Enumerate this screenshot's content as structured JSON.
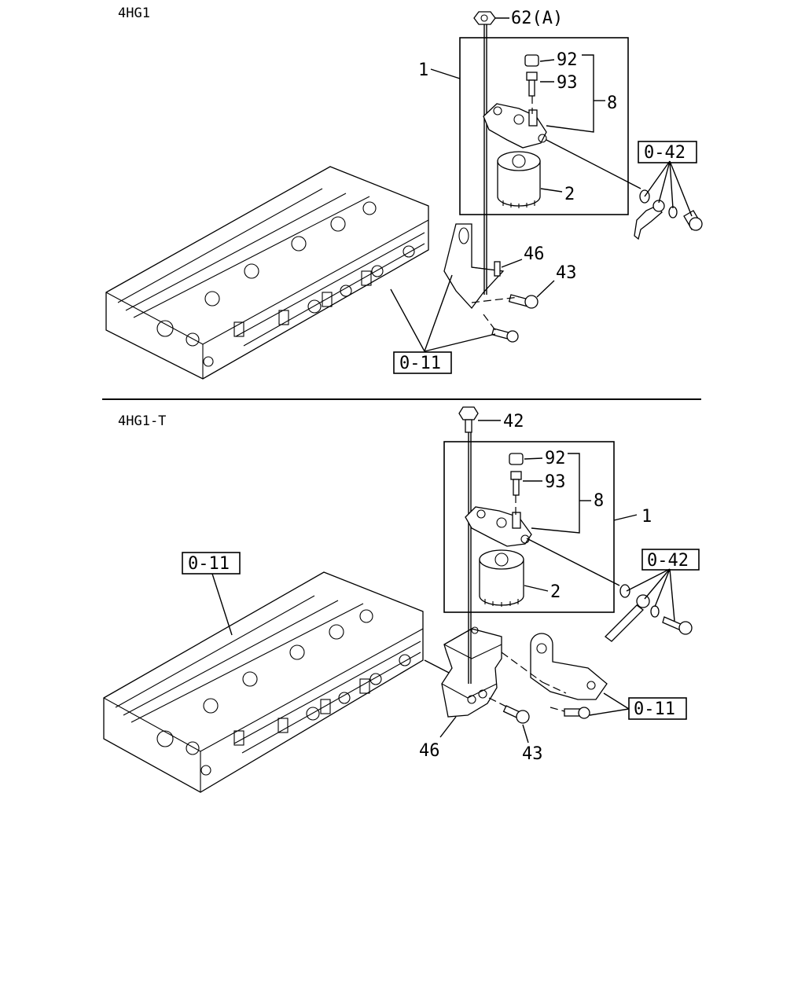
{
  "sections": [
    {
      "model": "4HG1",
      "callouts": {
        "p1": "1",
        "p2": "2",
        "p8": "8",
        "p92": "92",
        "p93": "93",
        "p62": "62(A)",
        "p46": "46",
        "p43": "43"
      },
      "refs": {
        "r042": "0-42",
        "r011": "0-11"
      }
    },
    {
      "model": "4HG1-T",
      "callouts": {
        "p1": "1",
        "p2": "2",
        "p8": "8",
        "p92": "92",
        "p93": "93",
        "p42": "42",
        "p46": "46",
        "p43": "43"
      },
      "refs": {
        "r042": "0-42",
        "r011a": "0-11",
        "r011b": "0-11"
      }
    }
  ]
}
